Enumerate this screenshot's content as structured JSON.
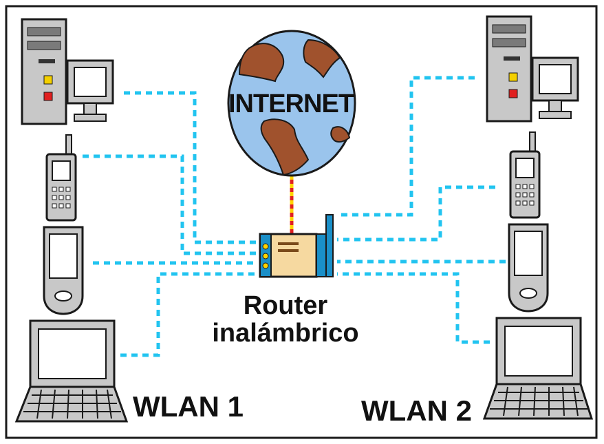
{
  "diagram": {
    "internet_label": "INTERNET",
    "router_label_line1": "Router",
    "router_label_line2": "inalámbrico",
    "wlan1_label": "WLAN 1",
    "wlan2_label": "WLAN 2"
  },
  "colors": {
    "wireless_link": "#22c4f0",
    "globe_ocean": "#9ac4ec",
    "globe_land": "#a0522d",
    "device_gray": "#c8c8c8",
    "router_body": "#f6d9a0",
    "router_accent": "#1a8fc8",
    "uplink_red": "#e02020",
    "uplink_yellow": "#ffd400"
  },
  "icons": [
    "globe-icon",
    "router-icon",
    "desktop-computer-icon",
    "mobile-phone-icon",
    "pda-icon",
    "laptop-icon"
  ]
}
